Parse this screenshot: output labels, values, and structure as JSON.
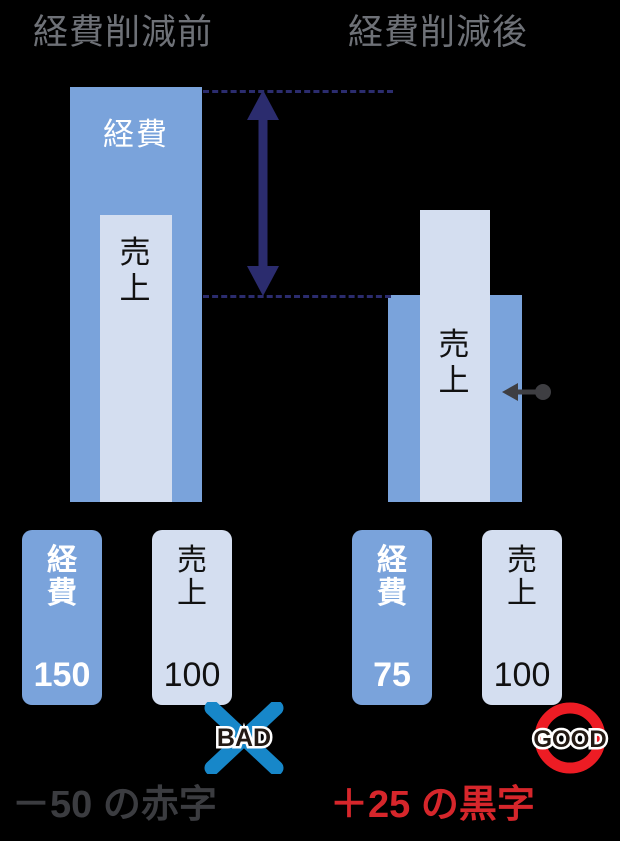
{
  "headers": {
    "before": "経費削減前",
    "after": "経費削減後"
  },
  "bars": {
    "before": {
      "cost_label": "経費",
      "revenue_label": "売上"
    },
    "after": {
      "revenue_label": "売上"
    }
  },
  "legend": {
    "before": {
      "cost": {
        "name": "経費",
        "value": "150"
      },
      "revenue": {
        "name": "売上",
        "value": "100"
      }
    },
    "after": {
      "cost": {
        "name": "経費",
        "value": "75"
      },
      "revenue": {
        "name": "売上",
        "value": "100"
      }
    }
  },
  "badges": {
    "bad": "BAD",
    "good": "GOOD"
  },
  "captions": {
    "before": "－50 の赤字",
    "after": "＋25 の黒字"
  },
  "colors": {
    "background": "#000000",
    "cost_bar": "#7AA3DB",
    "revenue_bar": "#D4DEF0",
    "header_text": "#6E7177",
    "gap_arrow": "#2B2C6E",
    "bad_mark": "#1787C9",
    "good_mark": "#ED1C24",
    "caption_before": "#3B3C40",
    "caption_after": "#D6262B"
  },
  "chart_data": {
    "type": "bar",
    "title": "経費削減前後の損益比較",
    "categories": [
      "経費削減前",
      "経費削減後"
    ],
    "series": [
      {
        "name": "経費",
        "values": [
          150,
          75
        ]
      },
      {
        "name": "売上",
        "values": [
          100,
          100
        ]
      }
    ],
    "annotations": [
      {
        "category": "経費削減前",
        "text": "－50 の赤字",
        "verdict": "BAD",
        "profit": -50
      },
      {
        "category": "経費削減後",
        "text": "＋25 の黒字",
        "verdict": "GOOD",
        "profit": 25
      }
    ],
    "xlabel": "",
    "ylabel": "",
    "ylim": [
      0,
      150
    ],
    "grid": false,
    "legend_position": "bottom"
  }
}
